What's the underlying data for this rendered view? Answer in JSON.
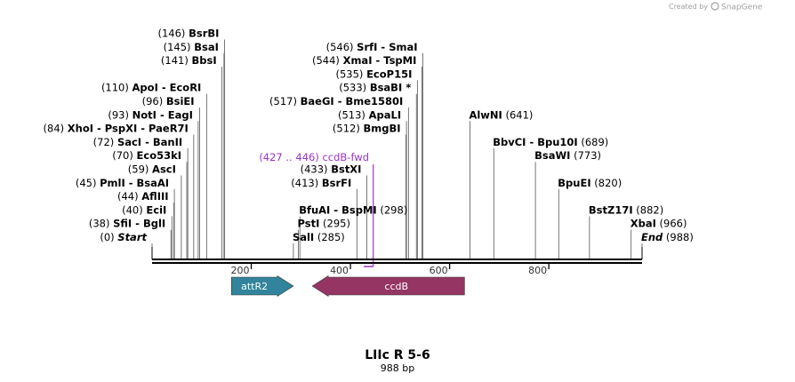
{
  "header": {
    "credit": "Created by",
    "brand": "SnapGene"
  },
  "plasmid": {
    "name": "LIIc R 5-6",
    "length_label": "988 bp",
    "length": 988
  },
  "ticks": [
    200,
    400,
    600,
    800
  ],
  "sites": [
    {
      "text": "(0)",
      "name": "Start",
      "italic": true,
      "pos": 0,
      "row": 0
    },
    {
      "text": "(38)",
      "name": "SfiI  - BglI",
      "pos": 38,
      "row": 1
    },
    {
      "text": "(40)",
      "name": "EciI",
      "pos": 40,
      "row": 2
    },
    {
      "text": "(44)",
      "name": "AflIII",
      "pos": 44,
      "row": 3
    },
    {
      "text": "(45)",
      "name": "PmlI  - BsaAI",
      "pos": 45,
      "row": 4
    },
    {
      "text": "(59)",
      "name": "AscI",
      "pos": 59,
      "row": 5
    },
    {
      "text": "(70)",
      "name": "Eco53kI",
      "pos": 70,
      "row": 6
    },
    {
      "text": "(72)",
      "name": "SacI  - BanII",
      "pos": 72,
      "row": 7
    },
    {
      "text": "(84)",
      "name": "XhoI  - PspXI  - PaeR7I",
      "pos": 84,
      "row": 8
    },
    {
      "text": "(93)",
      "name": "NotI  - EagI",
      "pos": 93,
      "row": 9
    },
    {
      "text": "(96)",
      "name": "BsiEI",
      "pos": 96,
      "row": 10
    },
    {
      "text": "(110)",
      "name": "ApoI  - EcoRI",
      "pos": 110,
      "row": 11
    },
    {
      "text": "(141)",
      "name": "BbsI",
      "pos": 141,
      "row": 13
    },
    {
      "text": "(145)",
      "name": "BsaI",
      "pos": 145,
      "row": 14
    },
    {
      "text": "(146)",
      "name": "BsrBI",
      "pos": 146,
      "row": 15
    },
    {
      "text": "(285)",
      "name": "SalI",
      "pos": 285,
      "row": 0,
      "right": true
    },
    {
      "text": "(295)",
      "name": "PstI",
      "pos": 295,
      "row": 1,
      "right": true
    },
    {
      "text": "(298)",
      "name": "BfuAI  - BspMI",
      "pos": 298,
      "row": 2,
      "right": true
    },
    {
      "text": "(413)",
      "name": "BsrFI",
      "pos": 413,
      "row": 4
    },
    {
      "text": "(433)",
      "name": "BstXI",
      "pos": 433,
      "row": 5
    },
    {
      "text": "(512)",
      "name": "BmgBI",
      "pos": 512,
      "row": 8
    },
    {
      "text": "(513)",
      "name": "ApaLI",
      "pos": 513,
      "row": 9
    },
    {
      "text": "(517)",
      "name": "BaeGI  - Bme1580I",
      "pos": 517,
      "row": 10
    },
    {
      "text": "(533)",
      "name": "BsaBI *",
      "pos": 533,
      "row": 11
    },
    {
      "text": "(535)",
      "name": "EcoP15I",
      "pos": 535,
      "row": 12
    },
    {
      "text": "(544)",
      "name": "XmaI  - TspMI",
      "pos": 544,
      "row": 13
    },
    {
      "text": "(546)",
      "name": "SrfI  - SmaI",
      "pos": 546,
      "row": 14
    },
    {
      "text": "(641)",
      "name": "AlwNI",
      "pos": 641,
      "row": 9,
      "right": true
    },
    {
      "text": "(689)",
      "name": "BbvCI  - Bpu10I",
      "pos": 689,
      "row": 7,
      "right": true
    },
    {
      "text": "(773)",
      "name": "BsaWI",
      "pos": 773,
      "row": 6,
      "right": true
    },
    {
      "text": "(820)",
      "name": "BpuEI",
      "pos": 820,
      "row": 4,
      "right": true
    },
    {
      "text": "(882)",
      "name": "BstZ17I",
      "pos": 882,
      "row": 2,
      "right": true
    },
    {
      "text": "(966)",
      "name": "XbaI",
      "pos": 966,
      "row": 1,
      "right": true
    },
    {
      "text": "(988)",
      "name": "End",
      "italic": true,
      "pos": 988,
      "row": 0,
      "right": true
    }
  ],
  "primer": {
    "text": "(427 .. 446)  ccdB-fwd",
    "start": 427,
    "end": 446,
    "color": "#9933cc"
  },
  "features": [
    {
      "name": "attR2",
      "start": 160,
      "end": 285,
      "direction": "forward",
      "color": "#31849b"
    },
    {
      "name": "ccdB",
      "start": 323,
      "end": 630,
      "direction": "reverse",
      "color": "#943564"
    }
  ]
}
